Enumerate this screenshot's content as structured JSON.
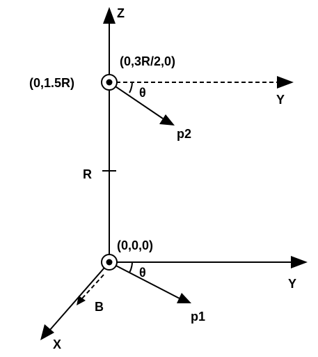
{
  "labels": {
    "z_axis": "Z",
    "upper_point": "(0,3R/2,0)",
    "upper_coord": "(0,1.5R)",
    "upper_angle": "θ",
    "upper_y_axis": "Y",
    "p2": "p2",
    "r_mark": "R",
    "origin": "(0,0,0)",
    "lower_angle": "θ",
    "lower_y_axis": "Y",
    "b_field": "B",
    "p1": "p1",
    "x_axis": "X"
  },
  "colors": {
    "stroke": "#000000",
    "background": "#ffffff"
  },
  "icons": {
    "wire_symbol": "dot-in-circle"
  }
}
